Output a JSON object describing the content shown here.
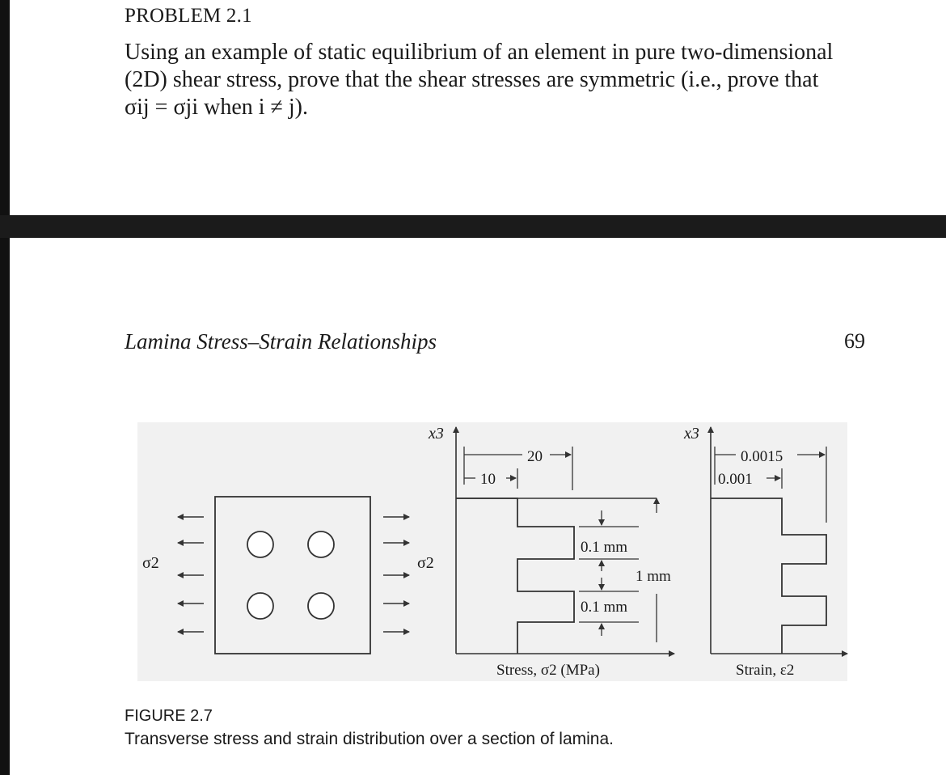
{
  "problem": {
    "heading": "PROBLEM 2.1",
    "line1": "Using an example of static equilibrium of an element in pure two-dimensional",
    "line2": "(2D) shear stress, prove that the shear stresses are symmetric (i.e., prove that",
    "formula": "σij = σji when i ≠ j)."
  },
  "page": {
    "running_head": "Lamina Stress–Strain Relationships",
    "page_number": "69"
  },
  "figure": {
    "label": "FIGURE 2.7",
    "caption": "Transverse stress and strain distribution over a section of lamina.",
    "lamina_left_load": "σ2",
    "lamina_right_load": "σ2",
    "stress_axis": "x3",
    "strain_axis": "x3",
    "stress_value_high": "20",
    "stress_value_low": "10",
    "hole_size": "0.1 mm",
    "hole_spacing": "0.1 mm",
    "section_height": "1 mm",
    "stress_xlabel": "Stress, σ2 (MPa)",
    "strain_value_high": "0.0015",
    "strain_value_low": "0.001",
    "strain_xlabel": "Strain, ε2"
  }
}
